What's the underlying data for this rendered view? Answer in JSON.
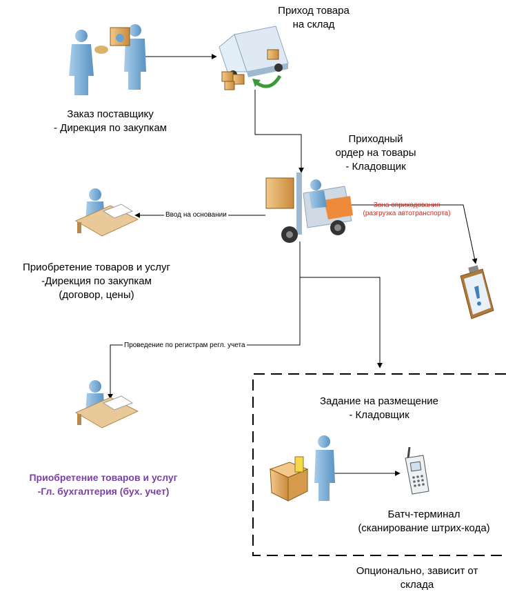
{
  "nodes": {
    "goods_arrival": {
      "line1": "Приход товара",
      "line2": "на склад"
    },
    "supplier_order": {
      "line1": "Заказ поставщику",
      "line2": "- Дирекция по закупкам"
    },
    "receipt_order": {
      "line1": "Приходный",
      "line2": "ордер на товары",
      "line3": "- Кладовщик"
    },
    "purchase_direction": {
      "line1": "Приобретение товаров и услуг",
      "line2": "-Дирекция по закупкам",
      "line3": "(договор, цены)"
    },
    "purchase_accounting": {
      "line1": "Приобретение товаров и услуг",
      "line2": "-Гл. бухгалтерия (бух. учет)"
    },
    "placement_task": {
      "line1": "Задание на размещение",
      "line2": "- Кладовщик"
    },
    "batch_terminal": {
      "line1": "Батч-терминал",
      "line2": "(сканирование штрих-кода)"
    },
    "optional_note": {
      "line1": "Опционально, зависит от",
      "line2": "склада"
    }
  },
  "edges": {
    "entry_on_basis": "Ввод на основании",
    "posting_registers": "Проведение по регистрам регл. учета",
    "receiving_zone_line1": "Зона оприходования",
    "receiving_zone_line2": "(разгрузка автотранспорта)"
  },
  "colors": {
    "highlight_purple": "#7a3fa5",
    "zone_red": "#e0201a",
    "figure_blue": "#7fb2d9"
  }
}
